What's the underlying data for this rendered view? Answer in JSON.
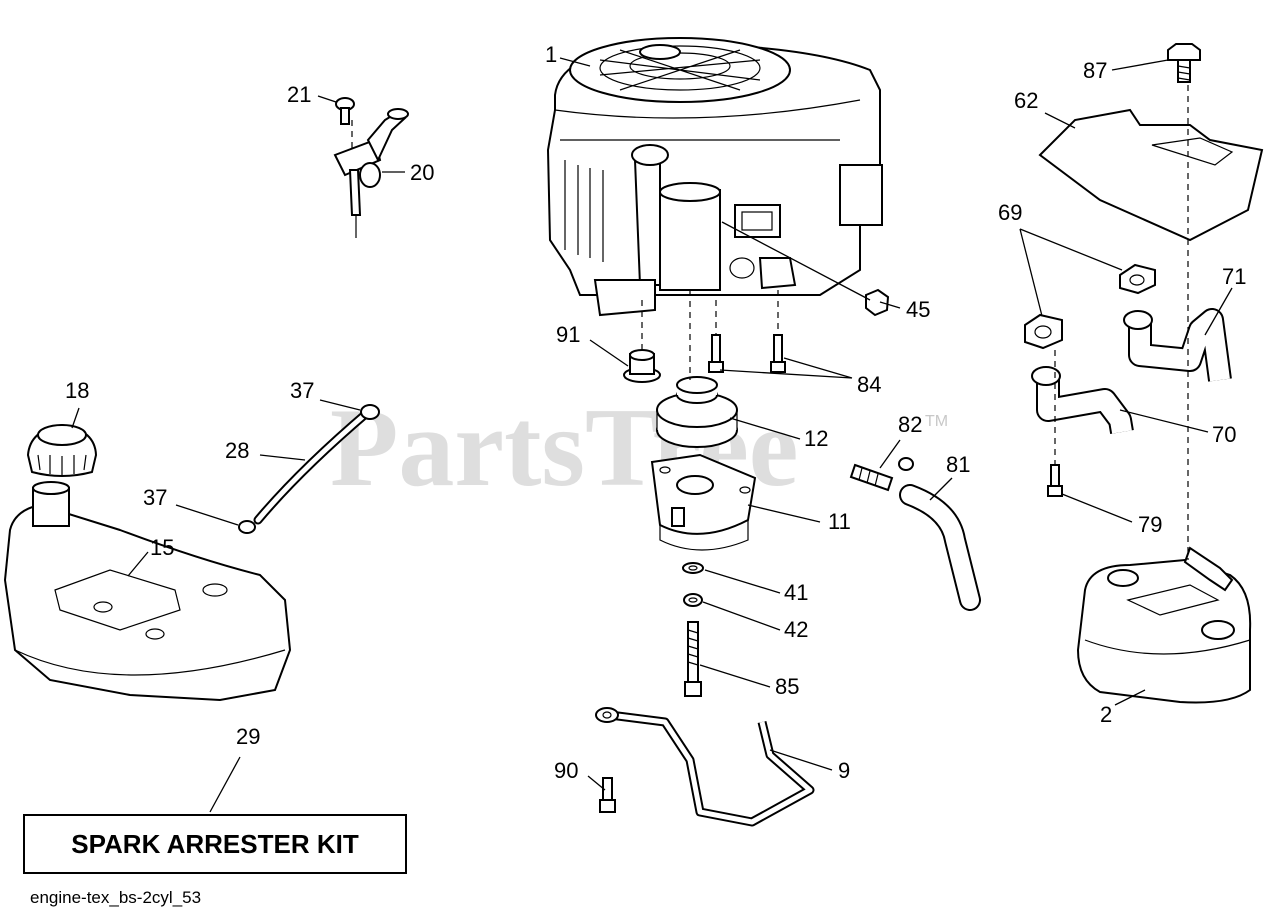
{
  "watermark": {
    "text": "PartsTree",
    "trademark": "TM"
  },
  "kit_label": "SPARK ARRESTER KIT",
  "footer_code": "engine-tex_bs-2cyl_53",
  "callouts": {
    "c1": "1",
    "c2": "2",
    "c9": "9",
    "c11": "11",
    "c12": "12",
    "c15": "15",
    "c18": "18",
    "c20": "20",
    "c21": "21",
    "c28": "28",
    "c29": "29",
    "c37a": "37",
    "c37b": "37",
    "c41": "41",
    "c42": "42",
    "c45": "45",
    "c62": "62",
    "c69": "69",
    "c70": "70",
    "c71": "71",
    "c79": "79",
    "c81": "81",
    "c82": "82",
    "c84": "84",
    "c85": "85",
    "c87": "87",
    "c90": "90",
    "c91": "91"
  }
}
